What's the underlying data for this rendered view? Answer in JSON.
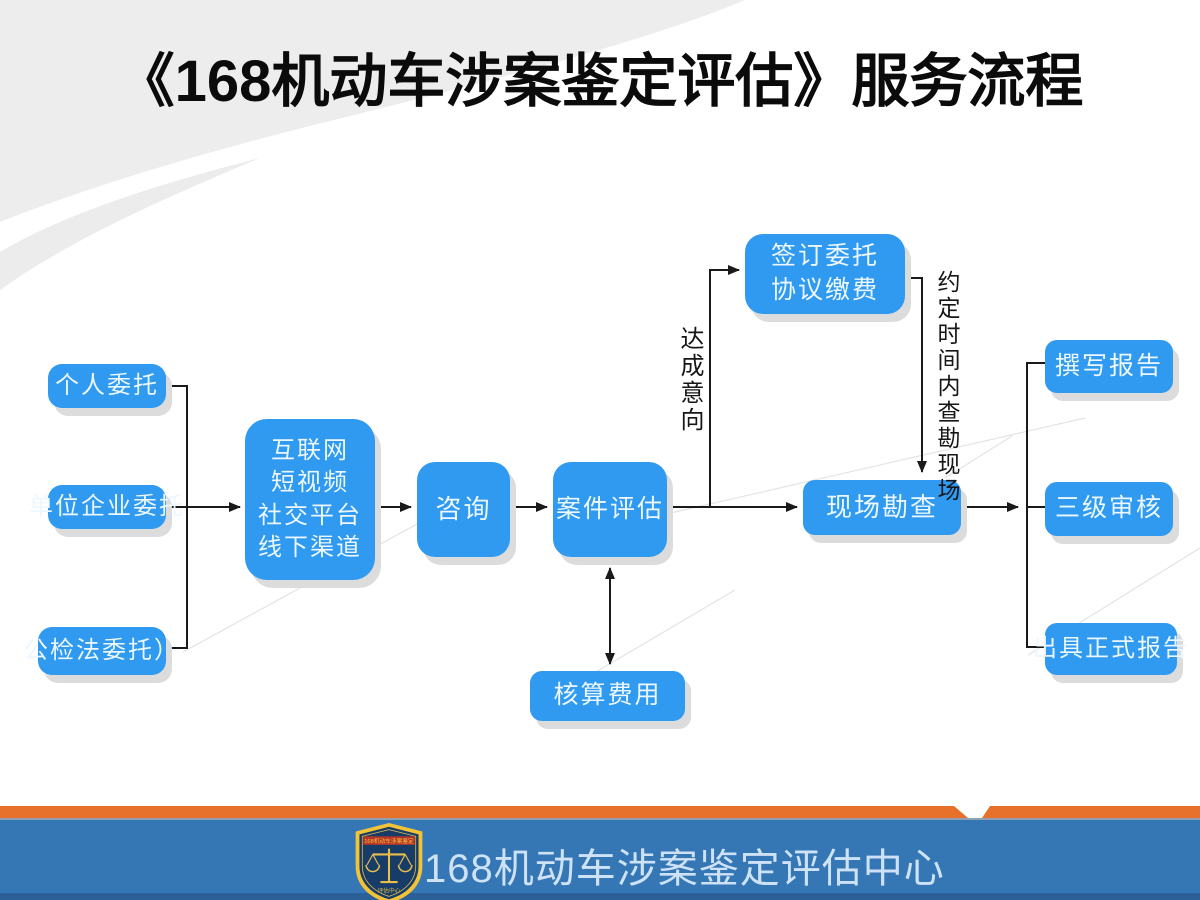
{
  "title": "《168机动车涉案鉴定评估》服务流程",
  "flowchart": {
    "nodes": {
      "personal": {
        "label": "个人委托"
      },
      "enterprise": {
        "label": "单位企业委托"
      },
      "judicial": {
        "label": "公检法委托）"
      },
      "channels": {
        "lines": [
          "互联网",
          "短视频",
          "社交平台",
          "线下渠道"
        ]
      },
      "consult": {
        "label": "咨询"
      },
      "case_eval": {
        "label": "案件评估"
      },
      "sign_agreement": {
        "lines": [
          "签订委托",
          "协议缴费"
        ]
      },
      "site_survey": {
        "label": "现场勘查"
      },
      "write_report": {
        "label": "撰写报告"
      },
      "three_level_review": {
        "label": "三级审核"
      },
      "formal_report": {
        "label": "出具正式报告"
      },
      "cost_accounting": {
        "label": "核算费用"
      }
    },
    "edge_labels": {
      "reach_intention": "达成意向",
      "survey_within_agreed_time": "约定时间内查勘现场"
    }
  },
  "footer": {
    "brand": "168机动车涉案鉴定评估中心",
    "logo": {
      "band_text": "168机动车涉案鉴定",
      "base_text": "评估中心"
    }
  },
  "colors": {
    "node_blue": "#2F9AF0",
    "banner_blue": "#3576B5",
    "divider_orange": "#E7702B",
    "shield_gold": "#F2C337",
    "shield_navy": "#173C68",
    "arrow_black": "#1A1A1A"
  }
}
